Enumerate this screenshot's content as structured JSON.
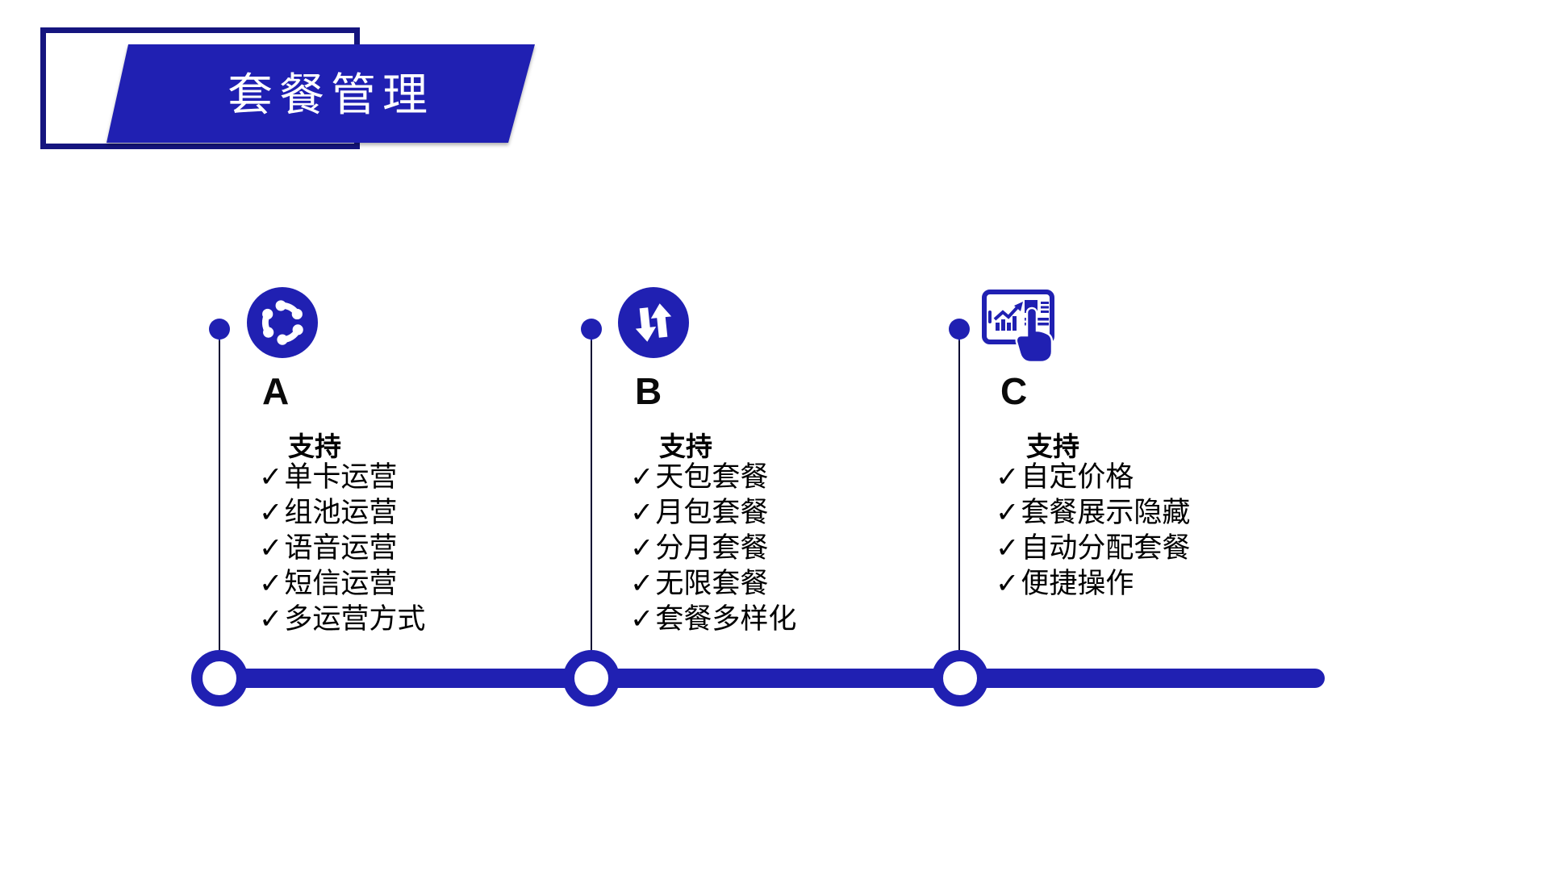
{
  "slide": {
    "title": "套餐管理",
    "checkmark": "✓",
    "colors": {
      "primary_blue": "#2020b2",
      "frame_navy": "#15157f",
      "connector_dark": "#0d0d33",
      "text": "#000000",
      "background": "#ffffff"
    }
  },
  "columns": [
    {
      "label": "A",
      "heading": "支持",
      "icon": "cycle-sync-icon",
      "items": [
        "单卡运营",
        "组池运营",
        "语音运营",
        "短信运营",
        "多运营方式"
      ]
    },
    {
      "label": "B",
      "heading": "支持",
      "icon": "swap-arrows-icon",
      "items": [
        "天包套餐",
        "月包套餐",
        "分月套餐",
        "无限套餐",
        "套餐多样化"
      ]
    },
    {
      "label": "C",
      "heading": "支持",
      "icon": "dashboard-touch-icon",
      "items": [
        "自定价格",
        "套餐展示隐藏",
        "自动分配套餐",
        "便捷操作"
      ]
    }
  ]
}
